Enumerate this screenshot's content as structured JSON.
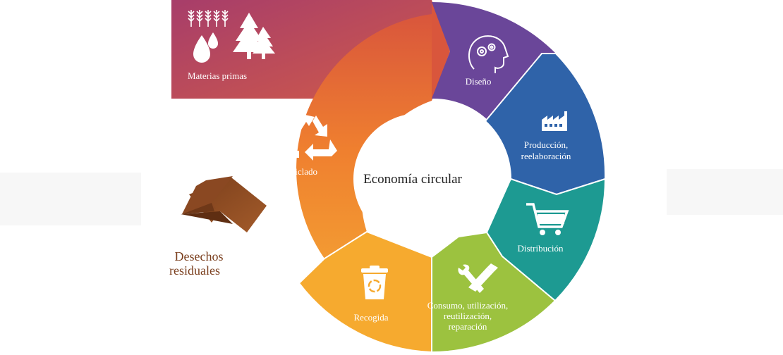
{
  "diagram": {
    "center_title": "Economía circular",
    "raw_materials": {
      "label": "Materias primas",
      "color": "#b9485d"
    },
    "segments": [
      {
        "id": "reciclado",
        "label": "Reciclado",
        "color": "#ec7f33",
        "icon": "recycle-icon"
      },
      {
        "id": "diseno",
        "label": "Diseño",
        "color": "#6a4699",
        "icon": "head-gears-icon"
      },
      {
        "id": "produccion",
        "lines": [
          "Producción,",
          "reelaboración"
        ],
        "color": "#2f63a9",
        "icon": "factory-icon"
      },
      {
        "id": "distribucion",
        "label": "Distribución",
        "color": "#1d9a92",
        "icon": "shopping-cart-icon"
      },
      {
        "id": "consumo",
        "lines": [
          "Consumo, utilización,",
          "reutilización,",
          "reparación"
        ],
        "color": "#9cc23f",
        "icon": "tools-icon"
      },
      {
        "id": "recogida",
        "label": "Recogida",
        "color": "#f6aa2f",
        "icon": "recycle-bin-icon"
      }
    ],
    "waste": {
      "lines": [
        "Desechos",
        "residuales"
      ],
      "color": "#8c4a22"
    }
  }
}
